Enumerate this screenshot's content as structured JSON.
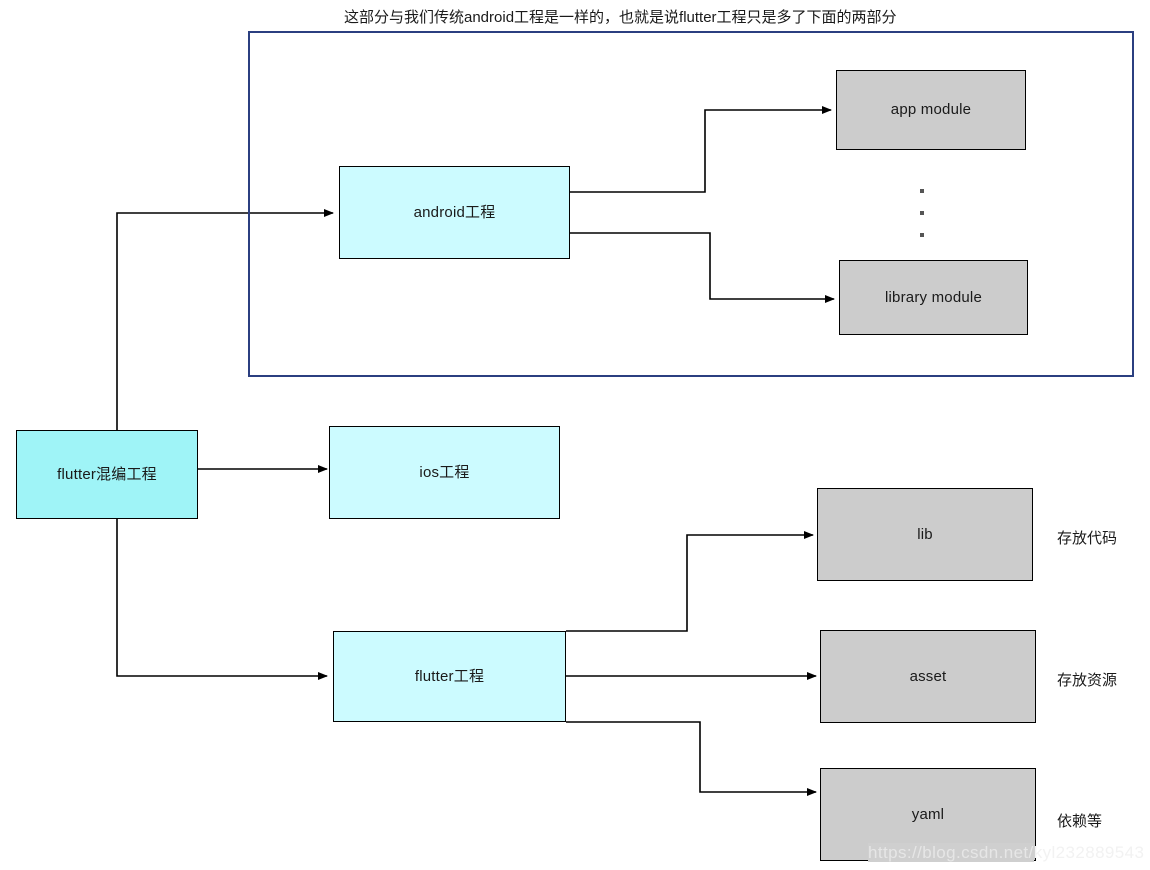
{
  "diagram": {
    "title_note": "这部分与我们传统android工程是一样的，也就是说flutter工程只是多了下面的两部分",
    "colors": {
      "group_border": "#2b3f80",
      "node_border": "#000000",
      "cyan_strong": "#9ff4f7",
      "cyan_pale": "#ccfbff",
      "gray": "#cccccc",
      "connector": "#000000",
      "watermark": "#e3e3e3"
    },
    "nodes": {
      "root": {
        "label": "flutter混编工程"
      },
      "android": {
        "label": "android工程"
      },
      "ios": {
        "label": "ios工程"
      },
      "flutter": {
        "label": "flutter工程"
      },
      "app_module": {
        "label": "app module"
      },
      "library_module": {
        "label": "library module"
      },
      "lib": {
        "label": "lib"
      },
      "asset": {
        "label": "asset"
      },
      "yaml": {
        "label": "yaml"
      }
    },
    "annotations": {
      "lib_note": "存放代码",
      "asset_note": "存放资源",
      "yaml_note": "依赖等"
    },
    "watermark": {
      "part_a": "https://blog.csdn.net/",
      "part_b": "kyl232889543"
    },
    "edges": [
      {
        "from": "flutter混编工程",
        "to": "android工程"
      },
      {
        "from": "flutter混编工程",
        "to": "ios工程"
      },
      {
        "from": "flutter混编工程",
        "to": "flutter工程"
      },
      {
        "from": "android工程",
        "to": "app module"
      },
      {
        "from": "android工程",
        "to": "library module"
      },
      {
        "from": "flutter工程",
        "to": "lib"
      },
      {
        "from": "flutter工程",
        "to": "asset"
      },
      {
        "from": "flutter工程",
        "to": "yaml"
      }
    ]
  }
}
